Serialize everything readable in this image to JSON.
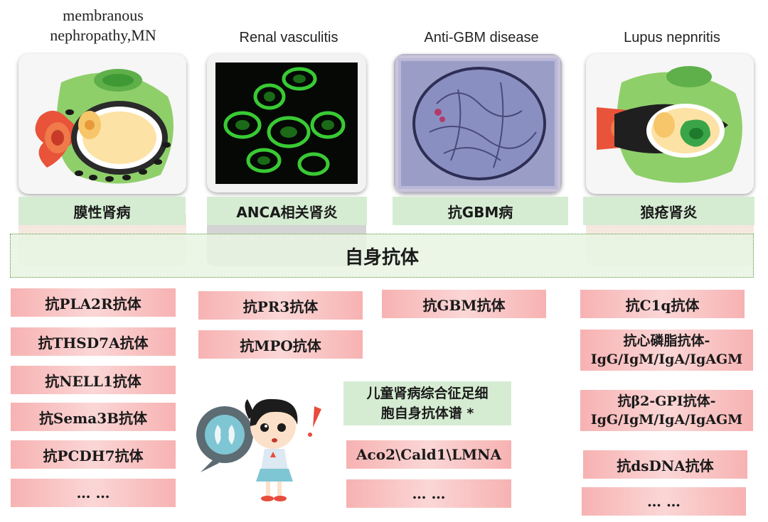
{
  "columns": [
    {
      "title": "membranous\nnephropathy,MN",
      "label": "膜性肾病"
    },
    {
      "title": "Renal vasculitis",
      "label": "ANCA相关肾炎"
    },
    {
      "title": "Anti-GBM disease",
      "label": "抗GBM病"
    },
    {
      "title": "Lupus nepnritis",
      "label": "狼疮肾炎"
    }
  ],
  "banner": "自身抗体",
  "mn_antibodies": [
    "抗PLA2R抗体",
    "抗THSD7A抗体",
    "抗NELL1抗体",
    "抗Sema3B抗体",
    "抗PCDH7抗体",
    "… …"
  ],
  "anca_antibodies": [
    "抗PR3抗体",
    "抗MPO抗体"
  ],
  "gbm_antibodies": [
    "抗GBM抗体"
  ],
  "pediatric": {
    "title": "儿童肾病综合征足细\n胞自身抗体谱 *",
    "items": [
      "Aco2\\Cald1\\LMNA",
      "… …"
    ]
  },
  "lupus_antibodies": [
    "抗C1q抗体",
    "抗心磷脂抗体-\nIgG/IgM/IgA/IgAGM",
    "抗β2-GPI抗体-\nIgG/IgM/IgA/IgAGM",
    "抗dsDNA抗体",
    "… …"
  ],
  "colors": {
    "label_green": "#d5ecd2",
    "antibody_pink": "#f7b2b2",
    "banner_border": "#5a8f3d"
  }
}
